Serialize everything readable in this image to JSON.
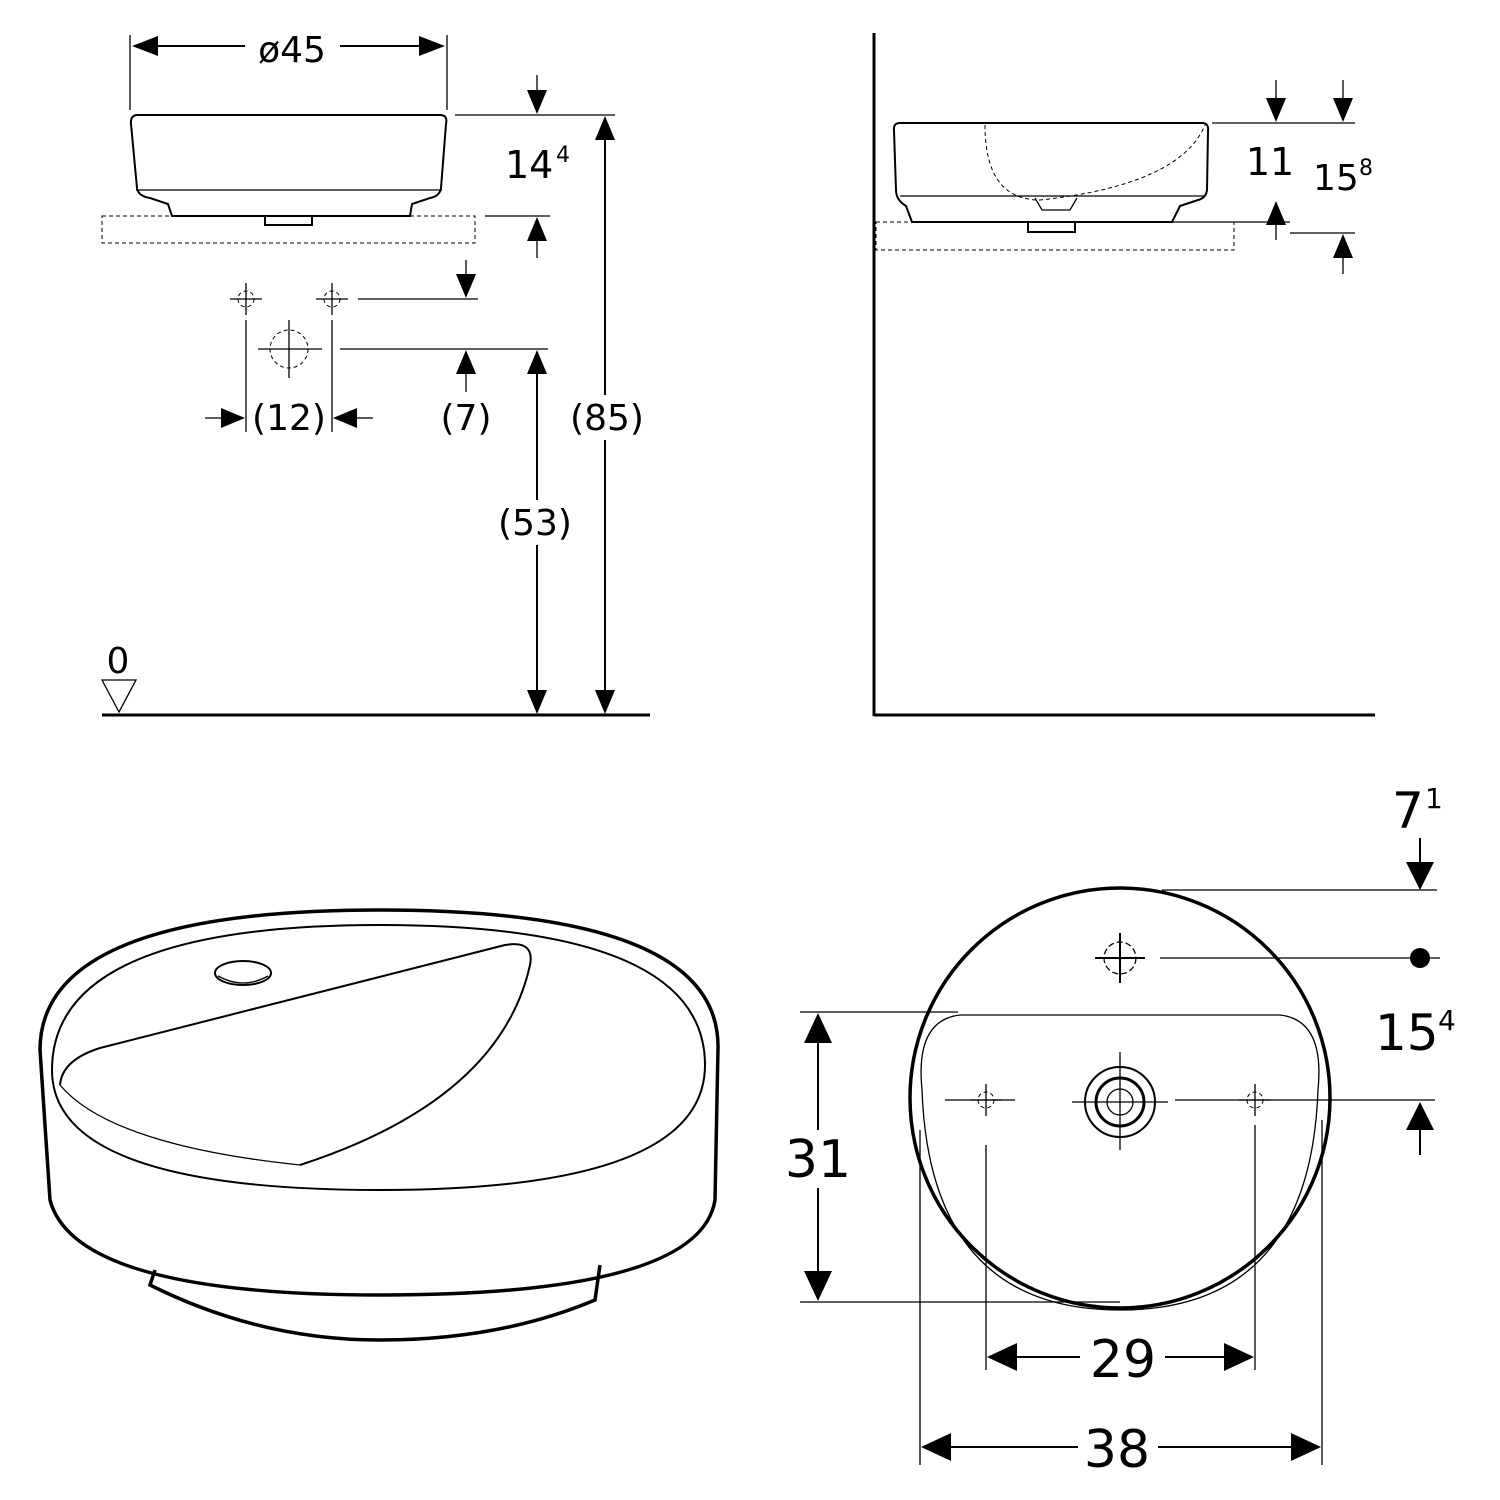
{
  "front_view": {
    "diameter": "ø45",
    "bowl_height": "14",
    "bowl_height_sup": "4",
    "hole_spacing": "(12)",
    "hole_offset": "(7)",
    "drain_height": "(53)",
    "total_height": "(85)",
    "floor_level": "0"
  },
  "side_view": {
    "inner_height": "11",
    "outer_height": "15",
    "outer_height_sup": "8"
  },
  "top_view": {
    "edge_offset": "7",
    "edge_offset_sup": "1",
    "hole_offset": "15",
    "hole_offset_sup": "4",
    "bowl_depth": "31",
    "inner_width": "29",
    "outer_width": "38"
  },
  "perspective_view": {}
}
